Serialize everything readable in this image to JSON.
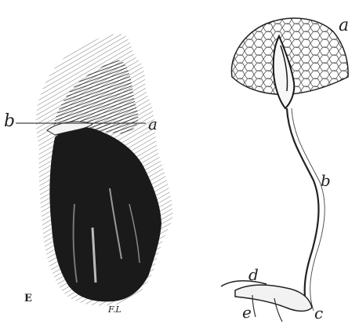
{
  "figure_left": {
    "label_b": "b",
    "label_a": "a",
    "plate_letter": "E",
    "engraver_signature": "F.L"
  },
  "figure_right": {
    "label_a": "a",
    "label_b": "b",
    "label_c": "c",
    "label_d": "d",
    "label_e": "e"
  },
  "colors": {
    "ink": "#1a1a1a",
    "paper": "#ffffff"
  }
}
